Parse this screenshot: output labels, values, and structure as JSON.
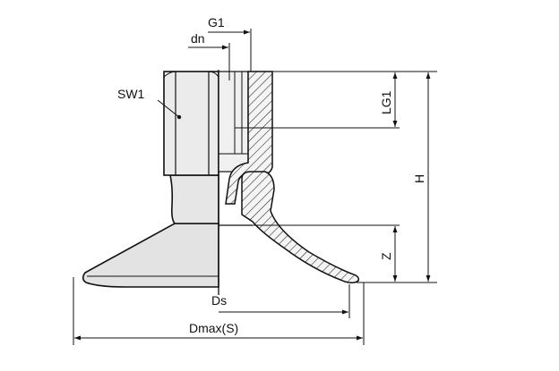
{
  "labels": {
    "g1": "G1",
    "dn": "dn",
    "sw1": "SW1",
    "lg1": "LG1",
    "h": "H",
    "z": "Z",
    "ds": "Ds",
    "dmax": "Dmax(S)"
  },
  "colors": {
    "line": "#111111",
    "body_fill": "#e3e3e3",
    "hex_fill": "#ebebeb",
    "section_fill": "#f2f2f2"
  }
}
